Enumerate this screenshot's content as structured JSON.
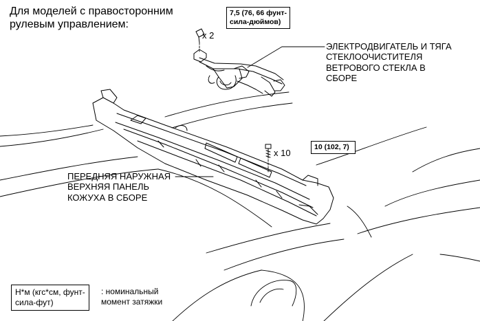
{
  "heading": "Для моделей с правосторонним рулевым управлением:",
  "wiper_torque": "7,5 (76, 66 фунт-\nсила-дюймов)",
  "wiper_bolt_qty": "x 2",
  "wiper_label": "ЭЛЕКТРОДВИГАТЕЛЬ И ТЯГА\nСТЕКЛООЧИСТИТЕЛЯ\nВЕТРОВОГО СТЕКЛА В\nСБОРЕ",
  "cowl_torque": "10 (102, 7)",
  "cowl_bolt_qty": "x 10",
  "cowl_label": "ПЕРЕДНЯЯ НАРУЖНАЯ\nВЕРХНЯЯ ПАНЕЛЬ\nКОЖУХА В СБОРЕ",
  "legend_unit": "Н*м (кгс*см, фунт-\nсила-фут)",
  "legend_desc": ": номинальный\nмомент затяжки"
}
